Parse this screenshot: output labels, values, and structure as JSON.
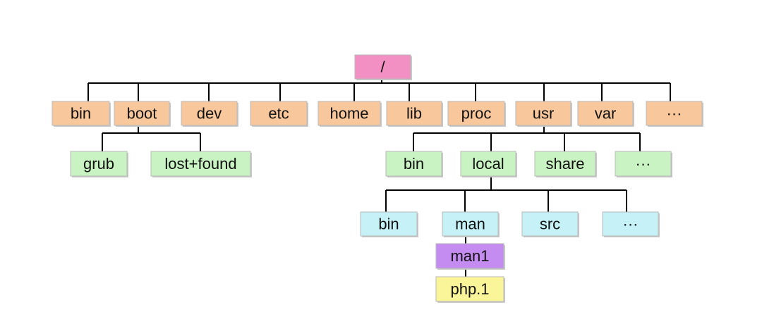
{
  "colors": {
    "root": "#f390c3",
    "level1": "#f9c79c",
    "boot_children": "#c9f3c2",
    "usr_children": "#c9f3c2",
    "local_children": "#c6f1f6",
    "man1": "#c48cf0",
    "php1": "#fbf59a",
    "line": "#000000"
  },
  "nodes": {
    "root": {
      "label": "/"
    },
    "bin": {
      "label": "bin"
    },
    "boot": {
      "label": "boot"
    },
    "dev": {
      "label": "dev"
    },
    "etc": {
      "label": "etc"
    },
    "home": {
      "label": "home"
    },
    "lib": {
      "label": "lib"
    },
    "proc": {
      "label": "proc"
    },
    "usr": {
      "label": "usr"
    },
    "var": {
      "label": "var"
    },
    "more_root": {
      "label": "···"
    },
    "grub": {
      "label": "grub"
    },
    "lost_found": {
      "label": "lost+found"
    },
    "usr_bin": {
      "label": "bin"
    },
    "usr_local": {
      "label": "local"
    },
    "usr_share": {
      "label": "share"
    },
    "more_usr": {
      "label": "···"
    },
    "local_bin": {
      "label": "bin"
    },
    "local_man": {
      "label": "man"
    },
    "local_src": {
      "label": "src"
    },
    "more_local": {
      "label": "···"
    },
    "man1": {
      "label": "man1"
    },
    "php1": {
      "label": "php.1"
    }
  }
}
